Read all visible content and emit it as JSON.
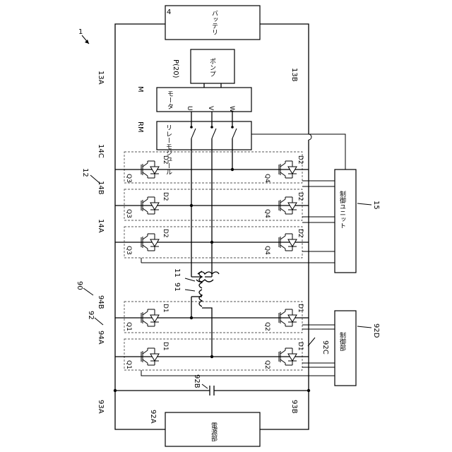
{
  "labels": {
    "fig_ref": "1",
    "battery_ref": "4",
    "battery": "バッテリ",
    "pump_ref": "P(20)",
    "pump": "ポンプ",
    "motor_ref": "M",
    "motor": "モータ",
    "phase_u": "U",
    "phase_v": "V",
    "phase_w": "W",
    "relay_ref": "RM",
    "relay": "リレーモジュール",
    "line_13A": "13A",
    "line_13B": "13B",
    "inverter_ref": "12",
    "bank_14A": "14A",
    "bank_14B": "14B",
    "bank_14C": "14C",
    "switch_q3": "Q3",
    "switch_q4": "Q4",
    "diode_d2": "D2",
    "control_unit_ref": "15",
    "control_unit": "制御ユニット",
    "coil_11": "11",
    "coil_91": "91",
    "charger_ref": "90",
    "converter_ref": "92",
    "bank_94A": "94A",
    "bank_94B": "94B",
    "switch_q1": "Q1",
    "switch_q2": "Q2",
    "diode_d1": "D1",
    "node_92C": "92C",
    "controller_ref": "92D",
    "controller": "制御部",
    "capacitor_ref": "92B",
    "line_93A": "93A",
    "line_93B": "93B",
    "power_ref": "92A",
    "power": "電源部"
  }
}
